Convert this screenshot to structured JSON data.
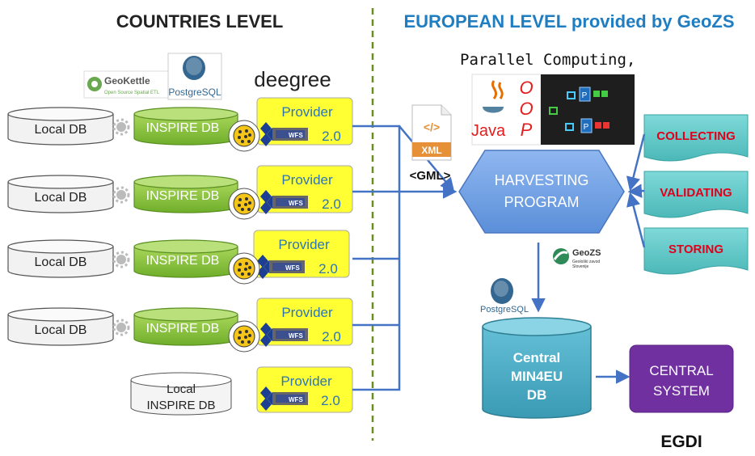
{
  "headers": {
    "countries": "COUNTRIES LEVEL",
    "european": "EUROPEAN LEVEL provided by GeoZS"
  },
  "logos": {
    "geokettle": "GeoKettle",
    "geokettle_sub": "Open Source Spatial ETL",
    "postgresql_top": "PostgreSQL",
    "deegree": "deegree",
    "postgresql_bottom": "PostgreSQL",
    "geozs": "GeoZS",
    "geozs_sub1": "Geološki zavod",
    "geozs_sub2": "Slovenije",
    "java": "Java",
    "oop": [
      "O",
      "O",
      "P"
    ],
    "parallel": "Parallel Computing,",
    "p_glyph": "P"
  },
  "rows": [
    {
      "local_db": "Local DB",
      "inspire_db": "INSPIRE DB",
      "provider": "Provider",
      "wfs": "WFS",
      "version": "2.0"
    },
    {
      "local_db": "Local DB",
      "inspire_db": "INSPIRE DB",
      "provider": "Provider",
      "wfs": "WFS",
      "version": "2.0"
    },
    {
      "local_db": "Local DB",
      "inspire_db": "INSPIRE DB",
      "provider": "Provider",
      "wfs": "WFS",
      "version": "2.0"
    },
    {
      "local_db": "Local DB",
      "inspire_db": "INSPIRE DB",
      "provider": "Provider",
      "wfs": "WFS",
      "version": "2.0"
    }
  ],
  "last_row": {
    "line1": "Local",
    "line2": "INSPIRE DB",
    "provider": "Provider",
    "wfs": "WFS",
    "version": "2.0"
  },
  "xml_file": {
    "glyph": "</>",
    "label": "XML",
    "gml": "<GML>"
  },
  "harvesting": {
    "line1": "HARVESTING",
    "line2": "PROGRAM"
  },
  "banners": [
    "COLLECTING",
    "VALIDATING",
    "STORING"
  ],
  "central_db": [
    "Central",
    "MIN4EU",
    "DB"
  ],
  "central_system": [
    "CENTRAL",
    "SYSTEM"
  ],
  "egdi": "EGDI",
  "colors": {
    "inspire_green": "#8dc63f",
    "provider_yellow": "#ffff33",
    "arrow_blue": "#4472c4",
    "hexagon_blue": "#6d9eeb",
    "banner_teal": "#66cccc",
    "banner_red": "#e0001b",
    "central_db_teal": "#4bacc6",
    "central_system_purple": "#7030a0",
    "divider_green": "#6b8e23",
    "european_header_blue": "#1f7dc1"
  }
}
